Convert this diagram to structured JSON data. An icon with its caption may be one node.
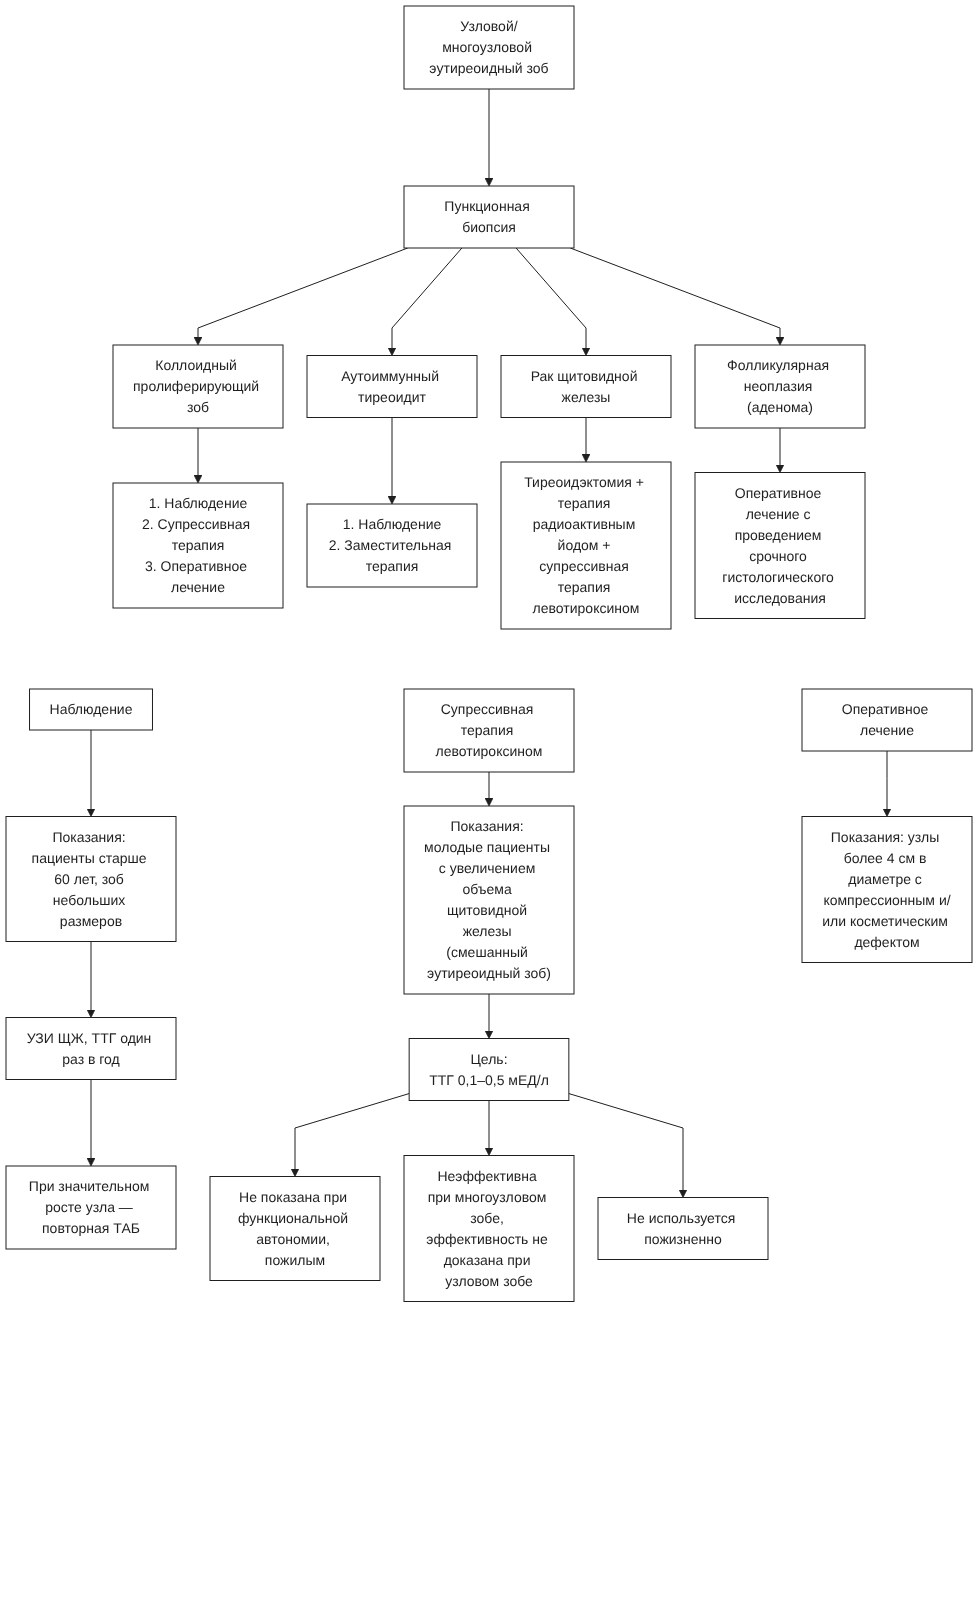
{
  "diagram": {
    "nodes": [
      {
        "text": [
          "Узловой/многоузловой эутиреоидный зоб"
        ]
      },
      {
        "text": [
          "Пункционная биопсия"
        ]
      },
      {
        "text": [
          "Коллоидный пролиферирующий зоб"
        ]
      },
      {
        "text": [
          "Аутоиммунный тиреоидит"
        ]
      },
      {
        "text": [
          "Рак щитовидной железы"
        ]
      },
      {
        "text": [
          "Фолликулярная неоплазия (аденома)"
        ]
      },
      {
        "text": [
          "1. Наблюдение",
          "2. Супрессивная терапия",
          "3. Оперативное лечение"
        ]
      },
      {
        "text": [
          "1. Наблюдение",
          "2. Заместительная терапия"
        ]
      },
      {
        "text": [
          "Тиреоидэктомия + терапия радиоактивным йодом + супрессивная терапия левотироксином"
        ]
      },
      {
        "text": [
          "Оперативное лечение с проведением срочного гистологического исследования"
        ]
      },
      {
        "text": [
          "Наблюдение"
        ]
      },
      {
        "text": [
          "Супрессивная терапия левотироксином"
        ]
      },
      {
        "text": [
          "Оперативное лечение"
        ]
      },
      {
        "text": [
          "Показания: пациенты старше 60 лет, зоб небольших размеров"
        ]
      },
      {
        "text": [
          "Показания: молодые пациенты с увеличением объема щитовидной железы (смешанный эутиреоидный зоб)"
        ]
      },
      {
        "text": [
          "Показания: узлы более 4 см в диаметре с компрессионным и/или косметическим дефектом"
        ]
      },
      {
        "text": [
          "УЗИ ЩЖ, ТТГ один раз в год"
        ]
      },
      {
        "text": [
          "Цель:",
          "ТТГ 0,1–0,5 мЕД/л"
        ]
      },
      {
        "text": [
          "При значительном росте узла — повторная ТАБ"
        ]
      },
      {
        "text": [
          "Не показана при функциональной автономии, пожилым"
        ]
      },
      {
        "text": [
          "Неэффективна при многоузловом зобе, эффективность не доказана при узловом зобе"
        ]
      },
      {
        "text": [
          "Не используется пожизненно"
        ]
      }
    ],
    "edges": [
      {
        "from": 0,
        "to": 1,
        "arrow": "to"
      },
      {
        "from": 1,
        "to": 2,
        "arrow": "to"
      },
      {
        "from": 1,
        "to": 3,
        "arrow": "to"
      },
      {
        "from": 1,
        "to": 4,
        "arrow": "to"
      },
      {
        "from": 1,
        "to": 5,
        "arrow": "to"
      },
      {
        "from": 2,
        "to": 6,
        "arrow": "to"
      },
      {
        "from": 3,
        "to": 7,
        "arrow": "to"
      },
      {
        "from": 4,
        "to": 8,
        "arrow": "to"
      },
      {
        "from": 5,
        "to": 9,
        "arrow": "to"
      },
      {
        "from": 10,
        "to": 13,
        "arrow": "to"
      },
      {
        "from": 13,
        "to": 16,
        "arrow": "to"
      },
      {
        "from": 16,
        "to": 18,
        "arrow": "to"
      },
      {
        "from": 11,
        "to": 14,
        "arrow": "to"
      },
      {
        "from": 14,
        "to": 17,
        "arrow": "to"
      },
      {
        "from": 17,
        "to": 19,
        "arrow": "to"
      },
      {
        "from": 17,
        "to": 20,
        "arrow": "to"
      },
      {
        "from": 17,
        "to": 21,
        "arrow": "to"
      },
      {
        "from": 12,
        "to": 15,
        "arrow": "to"
      }
    ]
  }
}
